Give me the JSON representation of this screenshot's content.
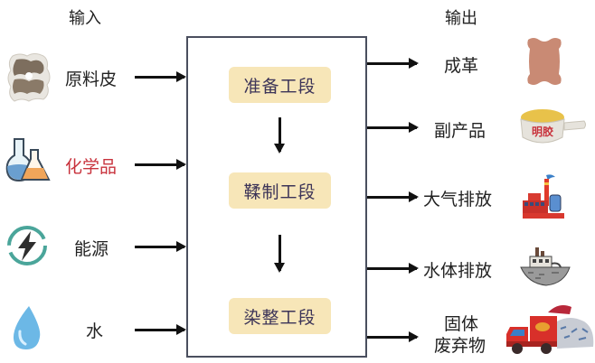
{
  "inputs": {
    "header": "输入",
    "items": [
      {
        "label": "原料皮",
        "icon": "raw-hide-icon",
        "color": "#222222"
      },
      {
        "label": "化学品",
        "icon": "chemical-flasks-icon",
        "color": "#c8323c"
      },
      {
        "label": "能源",
        "icon": "energy-bolt-icon",
        "color": "#222222"
      },
      {
        "label": "水",
        "icon": "water-drop-icon",
        "color": "#222222"
      }
    ]
  },
  "process": {
    "stages": [
      {
        "label": "准备工段"
      },
      {
        "label": "鞣制工段"
      },
      {
        "label": "染整工段"
      }
    ],
    "stage_fill": "#f7e6b8",
    "stage_text": "#3c3458"
  },
  "outputs": {
    "header": "输出",
    "items": [
      {
        "label": "成革",
        "icon": "leather-hide-icon"
      },
      {
        "label": "副产品",
        "icon": "gelatin-pot-icon",
        "icon_text": "明胶"
      },
      {
        "label": "大气排放",
        "icon": "factory-emission-icon"
      },
      {
        "label": "水体排放",
        "icon": "ship-discharge-icon"
      },
      {
        "label_lines": [
          "固体",
          "废弃物"
        ],
        "icon": "garbage-truck-icon"
      }
    ]
  }
}
